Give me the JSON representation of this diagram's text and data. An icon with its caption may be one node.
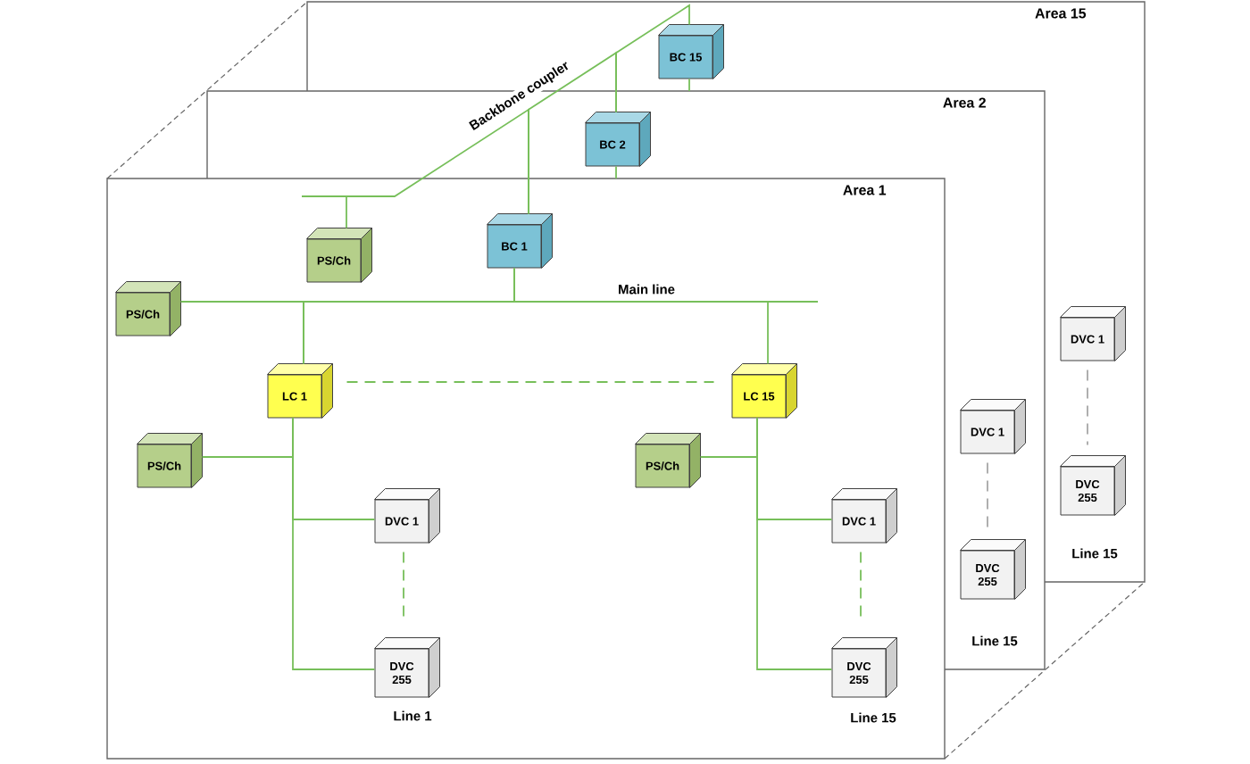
{
  "diagram": {
    "nodes": [
      {
        "text": [
          "BC 15"
        ]
      },
      {
        "text": [
          "BC 2"
        ]
      },
      {
        "text": [
          "PS/Ch"
        ]
      },
      {
        "text": [
          "BC 1"
        ]
      },
      {
        "text": [
          "PS/Ch"
        ]
      },
      {
        "text": [
          "LC 1"
        ]
      },
      {
        "text": [
          "LC 15"
        ]
      },
      {
        "text": [
          "PS/Ch"
        ]
      },
      {
        "text": [
          "PS/Ch"
        ]
      },
      {
        "text": [
          "DVC 1"
        ]
      },
      {
        "text": [
          "DVC 1"
        ]
      },
      {
        "text": [
          "DVC 255"
        ]
      },
      {
        "text": [
          "DVC 255"
        ]
      },
      {
        "text": [
          "DVC 1"
        ]
      },
      {
        "text": [
          "DVC 1"
        ]
      },
      {
        "text": [
          "DVC 255"
        ]
      },
      {
        "text": [
          "DVC 255"
        ]
      }
    ],
    "edges": [
      {
        "from": 2,
        "to": 3,
        "arrow": "none"
      },
      {
        "from": 3,
        "to": 1,
        "arrow": "none",
        "label": "Backbone coupler"
      },
      {
        "from": 1,
        "to": 0,
        "arrow": "none"
      },
      {
        "from": 0,
        "to": null,
        "arrow": "none"
      },
      {
        "from": 1,
        "to": null,
        "arrow": "none"
      },
      {
        "from": 4,
        "to": 5,
        "arrow": "none"
      },
      {
        "from": 5,
        "to": 3,
        "arrow": "none"
      },
      {
        "from": 3,
        "to": 6,
        "arrow": "none",
        "label": "Main line"
      },
      {
        "from": 5,
        "to": 6,
        "arrow": "none",
        "style": "dashed"
      },
      {
        "from": 5,
        "to": 7,
        "arrow": "none"
      },
      {
        "from": 5,
        "to": 9,
        "arrow": "none"
      },
      {
        "from": 5,
        "to": 11,
        "arrow": "none"
      },
      {
        "from": 9,
        "to": 11,
        "arrow": "none",
        "style": "dashed"
      },
      {
        "from": 6,
        "to": 8,
        "arrow": "none"
      },
      {
        "from": 6,
        "to": 10,
        "arrow": "none"
      },
      {
        "from": 6,
        "to": 12,
        "arrow": "none"
      },
      {
        "from": 10,
        "to": 12,
        "arrow": "none",
        "style": "dashed"
      },
      {
        "from": 13,
        "to": 15,
        "arrow": "none",
        "style": "dashed",
        "color": "#a6a6a6"
      },
      {
        "from": 14,
        "to": 16,
        "arrow": "none",
        "style": "dashed",
        "color": "#a6a6a6"
      }
    ],
    "labels": [
      "Area 15",
      "Area 2",
      "Area 1",
      "Line 15",
      "Line 15",
      "Line 1",
      "Line 15"
    ]
  }
}
